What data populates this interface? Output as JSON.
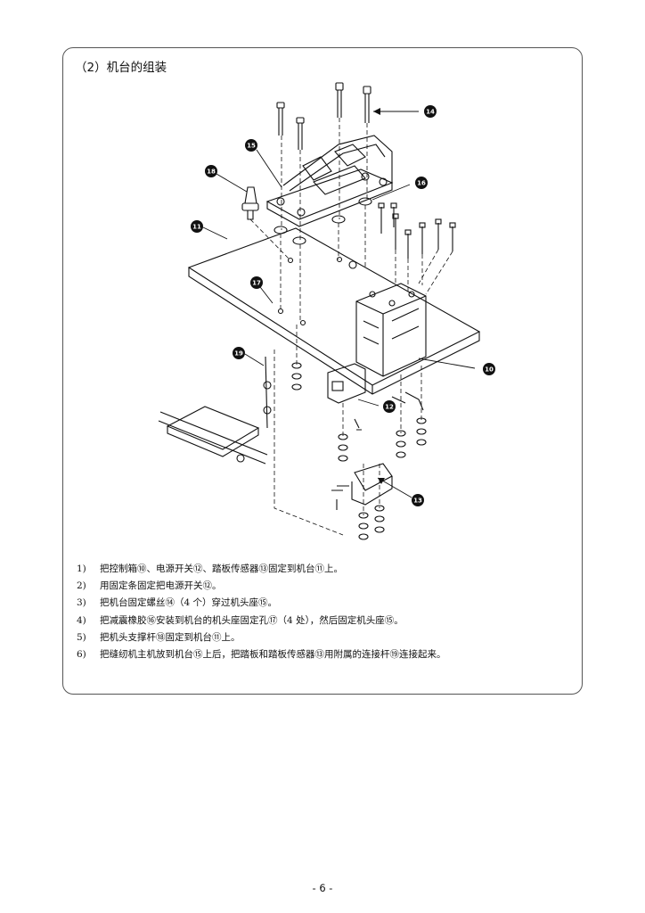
{
  "section": {
    "title": "（2）机台的组装"
  },
  "callouts": {
    "c10": "10",
    "c11": "11",
    "c12": "12",
    "c13": "13",
    "c14": "14",
    "c15": "15",
    "c16": "16",
    "c17": "17",
    "c18": "18",
    "c19": "19"
  },
  "steps": [
    {
      "num": "1)",
      "text": "把控制箱⑩、电源开关⑫、踏板传感器⑬固定到机台⑪上。"
    },
    {
      "num": "2)",
      "text": "用固定条固定把电源开关⑫。"
    },
    {
      "num": "3)",
      "text": "把机台固定螺丝⑭（4 个）穿过机头座⑮。"
    },
    {
      "num": "4)",
      "text": "把减震橡胶⑯安装到机台的机头座固定孔⑰（4 处），然后固定机头座⑮。"
    },
    {
      "num": "5)",
      "text": "把机头支撑杆⑱固定到机台⑪上。"
    },
    {
      "num": "6)",
      "text": "把缝纫机主机放到机台⑮上后，把踏板和踏板传感器⑬用附属的连接杆⑲连接起来。"
    }
  ],
  "page": {
    "number": "- 6 -"
  }
}
